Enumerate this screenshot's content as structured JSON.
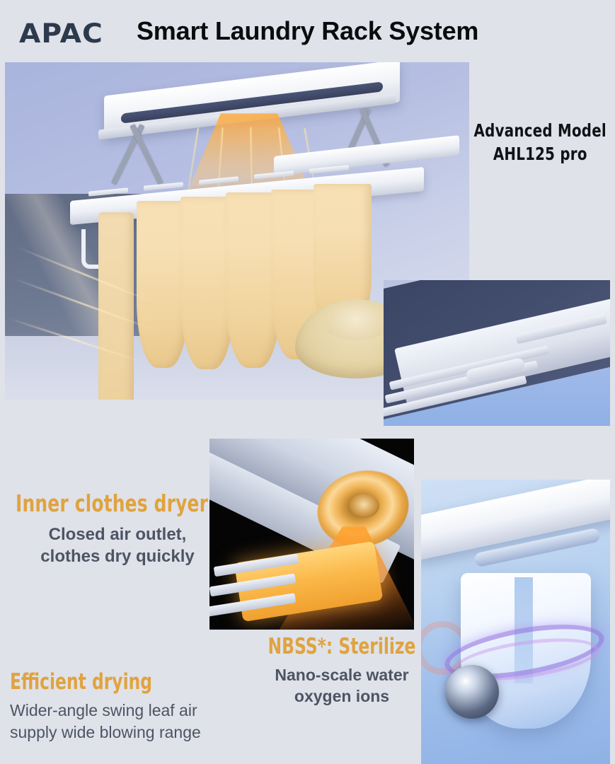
{
  "brand": {
    "logo_text": "APAC",
    "logo_color": "#2d3a4d"
  },
  "header": {
    "title": "Smart Laundry Rack System",
    "title_color": "#0b0c0e"
  },
  "background_color": "#dfe2e9",
  "accent_color": "#e0a33e",
  "body_text_color": "#4d5463",
  "model_badge": {
    "line1": "Advanced Model",
    "line2": "AHL125 pro"
  },
  "features": [
    {
      "id": "inner-clothes-dryer",
      "heading": "Inner clothes dryer",
      "description_line1": "Closed air outlet,",
      "description_line2": "clothes dry quickly"
    },
    {
      "id": "nbss-sterilize",
      "heading": "NBSS*: Sterilize",
      "description_line1": "Nano-scale water",
      "description_line2": "oxygen ions"
    },
    {
      "id": "efficient-drying",
      "heading": "Efficient drying",
      "description_line1": "Wider-angle swing leaf air",
      "description_line2": "supply wide blowing range"
    }
  ],
  "images": {
    "hero": "ceiling-mounted-laundry-rack-with-warm-airflow-drying-clothes",
    "inset_rack": "rack-underside-detail-view",
    "fan": "internal-fan-warm-air-outlet-closeup",
    "sterilize": "shirt-with-sterilization-rings"
  }
}
